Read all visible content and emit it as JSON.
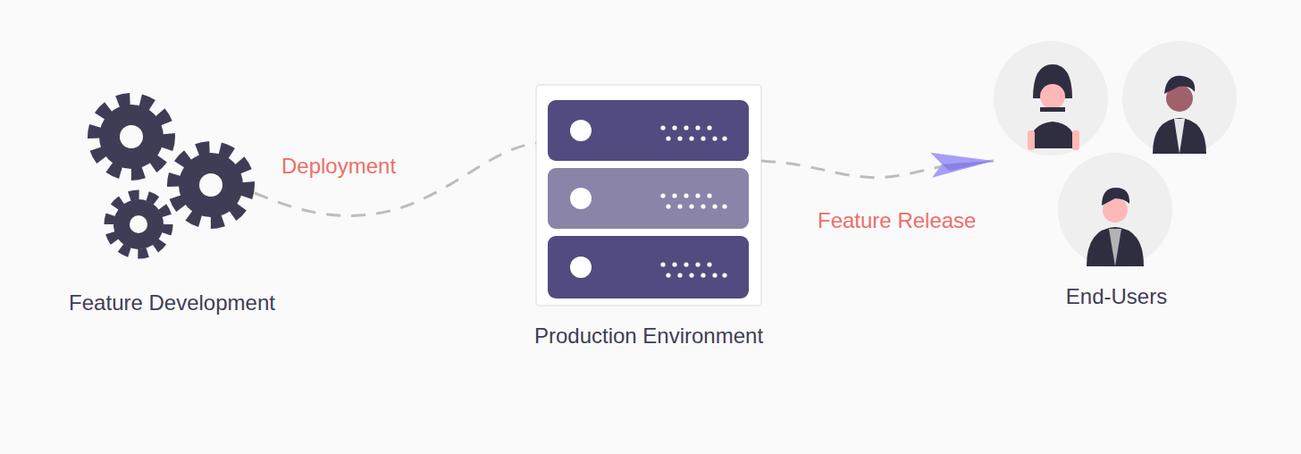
{
  "diagram": {
    "nodes": [
      {
        "text": [
          "Feature Development"
        ]
      },
      {
        "text": [
          "Production Environment"
        ]
      },
      {
        "text": [
          "End-Users"
        ]
      }
    ],
    "edges": [
      {
        "from": 0,
        "to": 1,
        "label": "Deployment",
        "arrow": "none"
      },
      {
        "from": 1,
        "to": 2,
        "label": "Feature Release",
        "arrow": "to"
      }
    ]
  }
}
